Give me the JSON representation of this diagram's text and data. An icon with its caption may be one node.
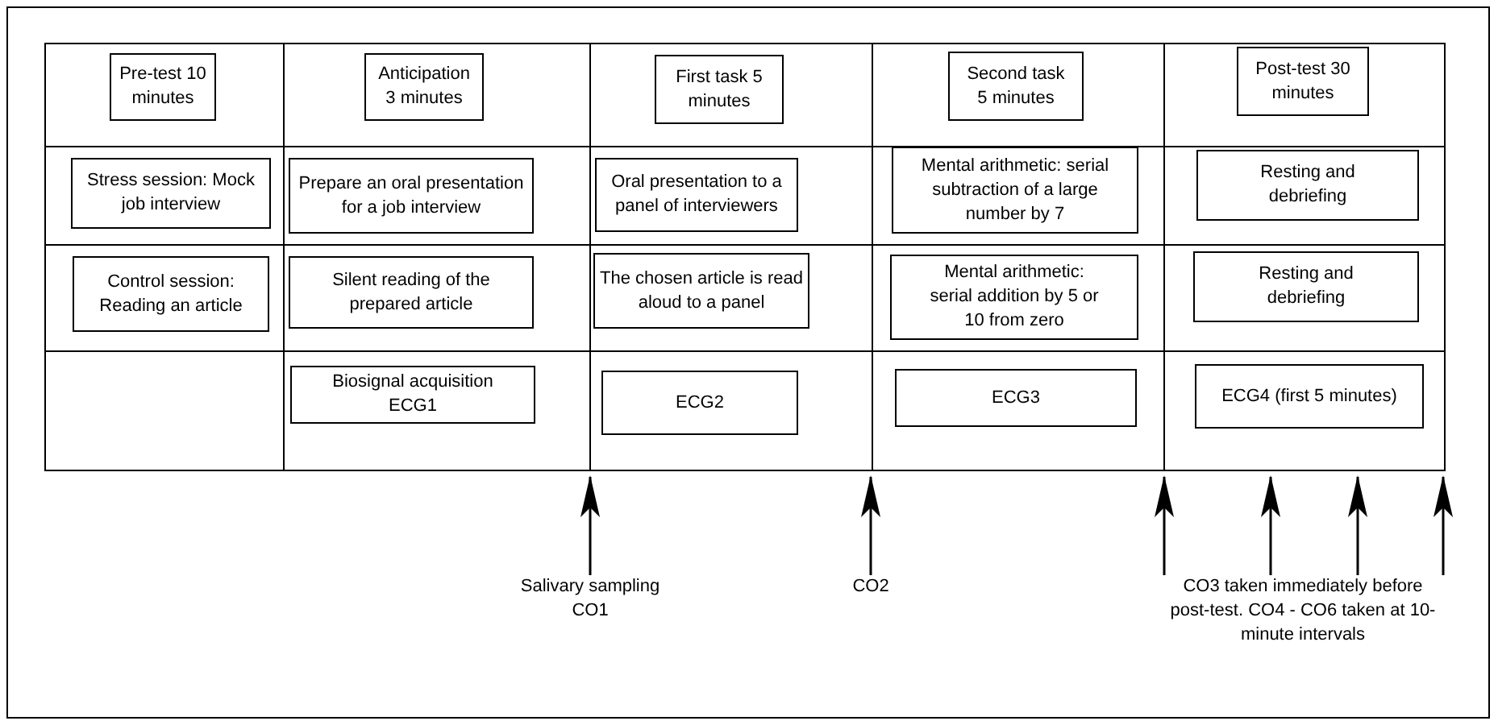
{
  "diagram": {
    "nodes": [
      {
        "text": [
          "Pre-test 10 minutes"
        ]
      },
      {
        "text": [
          "Anticipation 3 minutes"
        ]
      },
      {
        "text": [
          "First task 5 minutes"
        ]
      },
      {
        "text": [
          "Second task 5 minutes"
        ]
      },
      {
        "text": [
          "Post-test 30 minutes"
        ]
      },
      {
        "text": [
          "Stress session: Mock job interview"
        ]
      },
      {
        "text": [
          "Prepare an oral presentation for a job interview"
        ]
      },
      {
        "text": [
          "Oral presentation to a panel of interviewers"
        ]
      },
      {
        "text": [
          "Mental arithmetic: serial subtraction of a large number by 7"
        ]
      },
      {
        "text": [
          "Resting and debriefing"
        ]
      },
      {
        "text": [
          "Control session: Reading an article"
        ]
      },
      {
        "text": [
          "Silent reading of the prepared article"
        ]
      },
      {
        "text": [
          "The chosen article is read aloud to a panel"
        ]
      },
      {
        "text": [
          "Mental arithmetic: serial addition by 5 or 10 from zero"
        ]
      },
      {
        "text": [
          "Resting and debriefing"
        ]
      },
      {
        "text": [
          "Biosignal acquisition ECG1"
        ]
      },
      {
        "text": [
          "ECG2"
        ]
      },
      {
        "text": [
          "ECG3"
        ]
      },
      {
        "text": [
          "ECG4 (first 5 minutes)"
        ]
      },
      {
        "text": [
          "Salivary sampling CO1"
        ]
      },
      {
        "text": [
          "CO2"
        ]
      },
      {
        "text": [
          "CO3 taken immediately before post-test. CO4 - CO6 taken at 10-minute intervals"
        ]
      }
    ],
    "edges": [
      {
        "from": 19,
        "to": null,
        "arrow": "to"
      },
      {
        "from": 20,
        "to": null,
        "arrow": "to"
      },
      {
        "from": 21,
        "to": null,
        "arrow": "to"
      },
      {
        "from": 21,
        "to": null,
        "arrow": "to"
      },
      {
        "from": 21,
        "to": null,
        "arrow": "to"
      },
      {
        "from": 21,
        "to": null,
        "arrow": "to"
      }
    ]
  }
}
